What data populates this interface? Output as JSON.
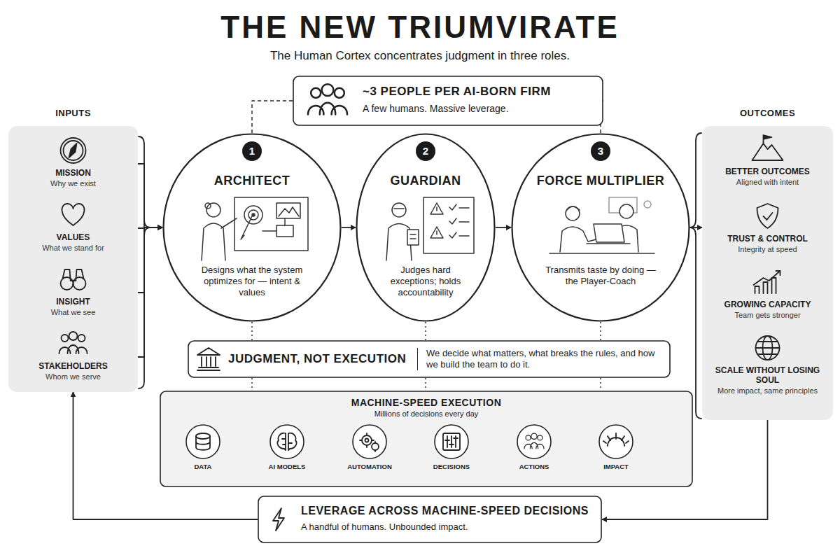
{
  "diagram": {
    "title": "THE NEW TRIUMVIRATE",
    "caption": "The Human Cortex concentrates judgment in three roles.",
    "nodes": [
      {
        "text": [
          "INPUTS"
        ]
      },
      {
        "text": [
          "MISSION",
          "Why we exist"
        ],
        "in": 0
      },
      {
        "text": [
          "VALUES",
          "What we stand for"
        ],
        "in": 0
      },
      {
        "text": [
          "INSIGHT",
          "What we see"
        ],
        "in": 0
      },
      {
        "text": [
          "STAKEHOLDERS",
          "Whom we serve"
        ],
        "in": 0
      },
      {
        "text": [
          "~3 PEOPLE PER AI-BORN FIRM",
          "A few humans. Massive leverage."
        ]
      },
      {
        "text": [
          "1",
          "ARCHITECT",
          "Designs what the system optimizes for — intent & values"
        ]
      },
      {
        "text": [
          "2",
          "GUARDIAN",
          "Judges hard exceptions; holds accountability"
        ]
      },
      {
        "text": [
          "3",
          "FORCE MULTIPLIER",
          "Transmits taste by doing — the Player-Coach"
        ]
      },
      {
        "text": [
          "JUDGMENT, NOT EXECUTION",
          "We decide what matters, what breaks the rules, and how we build the team to do it."
        ]
      },
      {
        "text": [
          "MACHINE-SPEED EXECUTION",
          "Millions of decisions every day"
        ]
      },
      {
        "text": [
          "DATA"
        ],
        "in": 10
      },
      {
        "text": [
          "AI MODELS"
        ],
        "in": 10
      },
      {
        "text": [
          "AUTOMATION"
        ],
        "in": 10
      },
      {
        "text": [
          "DECISIONS"
        ],
        "in": 10
      },
      {
        "text": [
          "ACTIONS"
        ],
        "in": 10
      },
      {
        "text": [
          "IMPACT"
        ],
        "in": 10
      },
      {
        "text": [
          "OUTCOMES"
        ]
      },
      {
        "text": [
          "BETTER OUTCOMES",
          "Aligned with intent"
        ],
        "in": 17
      },
      {
        "text": [
          "TRUST & CONTROL",
          "Integrity at speed"
        ],
        "in": 17
      },
      {
        "text": [
          "GROWING CAPACITY",
          "Team gets stronger"
        ],
        "in": 17
      },
      {
        "text": [
          "SCALE WITHOUT LOSING SOUL",
          "More impact, same principles"
        ],
        "in": 17
      },
      {
        "text": [
          "LEVERAGE ACROSS MACHINE-SPEED DECISIONS",
          "A handful of humans. Unbounded impact."
        ]
      }
    ],
    "edges": [
      {
        "from": 1,
        "to": 6,
        "arrow": "to"
      },
      {
        "from": 2,
        "to": 6,
        "arrow": "to"
      },
      {
        "from": 3,
        "to": 6,
        "arrow": "to"
      },
      {
        "from": 4,
        "to": 6,
        "arrow": "to"
      },
      {
        "from": 5,
        "to": 6,
        "arrow": "none"
      },
      {
        "from": 5,
        "to": 8,
        "arrow": "none"
      },
      {
        "from": 6,
        "to": 7,
        "arrow": "to"
      },
      {
        "from": 7,
        "to": 8,
        "arrow": "to"
      },
      {
        "from": 8,
        "to": 17,
        "arrow": "to"
      },
      {
        "from": 6,
        "to": 9,
        "arrow": "none"
      },
      {
        "from": 7,
        "to": 9,
        "arrow": "none"
      },
      {
        "from": 8,
        "to": 9,
        "arrow": "none"
      },
      {
        "from": 9,
        "to": 10,
        "arrow": "none"
      },
      {
        "from": 9,
        "to": 10,
        "arrow": "none"
      },
      {
        "from": 9,
        "to": 10,
        "arrow": "none"
      },
      {
        "from": 11,
        "to": 12,
        "arrow": "to"
      },
      {
        "from": 12,
        "to": 13,
        "arrow": "to"
      },
      {
        "from": 13,
        "to": 14,
        "arrow": "to"
      },
      {
        "from": 14,
        "to": 15,
        "arrow": "to"
      },
      {
        "from": 15,
        "to": 16,
        "arrow": "to"
      },
      {
        "from": 17,
        "to": 22,
        "arrow": "to"
      },
      {
        "from": 22,
        "to": 0,
        "arrow": "to"
      }
    ]
  }
}
